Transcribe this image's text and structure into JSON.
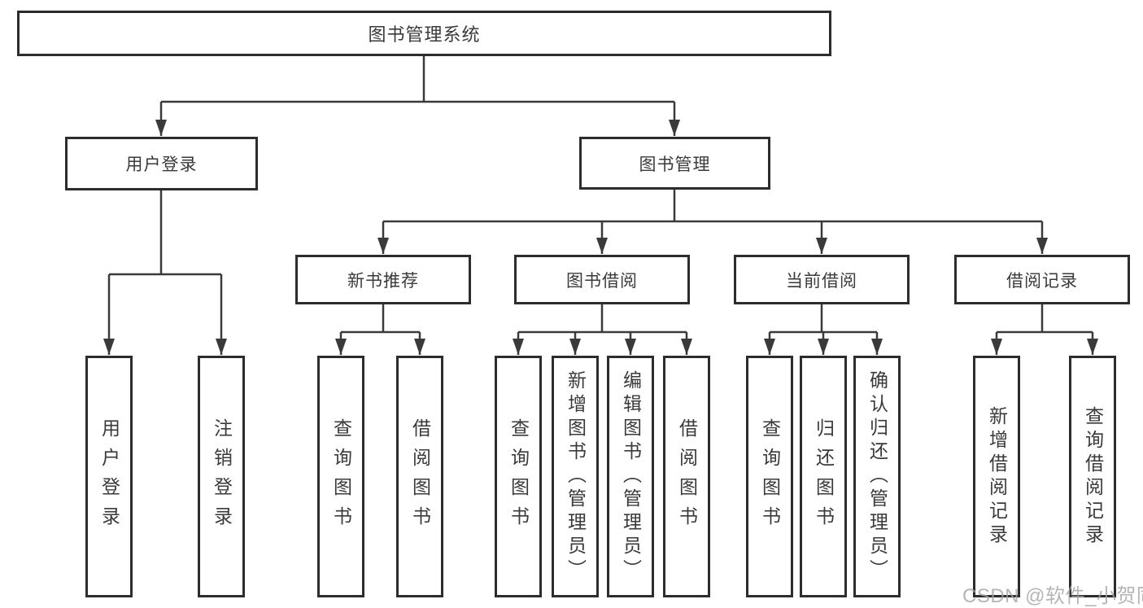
{
  "diagram": {
    "root": {
      "label": "图书管理系统"
    },
    "level2": [
      {
        "label": "用户登录"
      },
      {
        "label": "图书管理"
      }
    ],
    "level3": [
      {
        "label": "新书推荐"
      },
      {
        "label": "图书借阅"
      },
      {
        "label": "当前借阅"
      },
      {
        "label": "借阅记录"
      }
    ],
    "level4": [
      {
        "label": "用户登录"
      },
      {
        "label": "注销登录"
      },
      {
        "label": "查询图书"
      },
      {
        "label": "借阅图书"
      },
      {
        "label": "查询图书"
      },
      {
        "label": "新增图书（管理员）"
      },
      {
        "label": "编辑图书（管理员）"
      },
      {
        "label": "借阅图书"
      },
      {
        "label": "查询图书"
      },
      {
        "label": "归还图书"
      },
      {
        "label": "确认归还（管理员）"
      },
      {
        "label": "新增借阅记录"
      },
      {
        "label": "查询借阅记录"
      }
    ]
  },
  "watermark": "CSDN @软件_小贺同学",
  "colors": {
    "line": "#3a3a3a",
    "border": "#2d2d2d",
    "text": "#3a3a3a",
    "watermark": "#a2a2a2",
    "background": "#ffffff"
  }
}
